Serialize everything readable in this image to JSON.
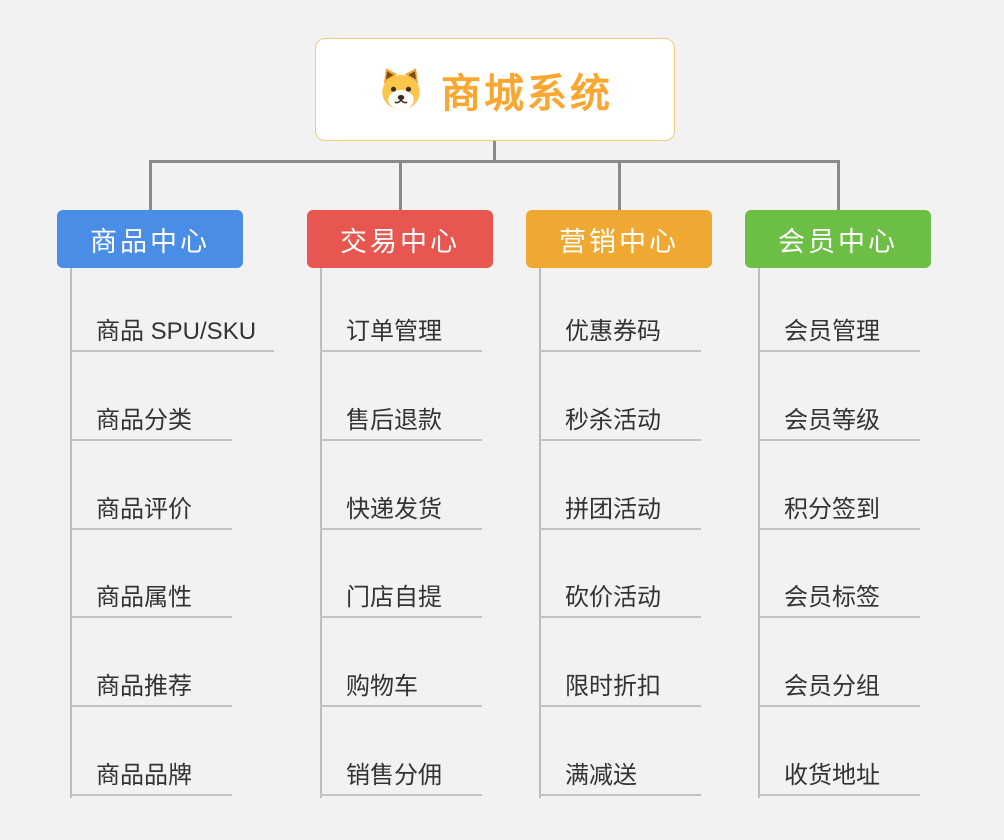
{
  "root": {
    "title": "商城系统",
    "icon": "dog-face-icon",
    "accent_color": "#FAA732",
    "background": "#FFFFFF",
    "border_color": "#F5C97E"
  },
  "connector_colors": {
    "trunk": "#8A8A8A",
    "child_line": "#BDBDBD"
  },
  "branches": [
    {
      "label": "商品中心",
      "color": "#4A8DE6",
      "children": [
        "商品 SPU/SKU",
        "商品分类",
        "商品评价",
        "商品属性",
        "商品推荐",
        "商品品牌"
      ]
    },
    {
      "label": "交易中心",
      "color": "#E7564F",
      "children": [
        "订单管理",
        "售后退款",
        "快递发货",
        "门店自提",
        "购物车",
        "销售分佣"
      ]
    },
    {
      "label": "营销中心",
      "color": "#EFA933",
      "children": [
        "优惠券码",
        "秒杀活动",
        "拼团活动",
        "砍价活动",
        "限时折扣",
        "满减送"
      ]
    },
    {
      "label": "会员中心",
      "color": "#6CBE45",
      "children": [
        "会员管理",
        "会员等级",
        "积分签到",
        "会员标签",
        "会员分组",
        "收货地址"
      ]
    }
  ]
}
